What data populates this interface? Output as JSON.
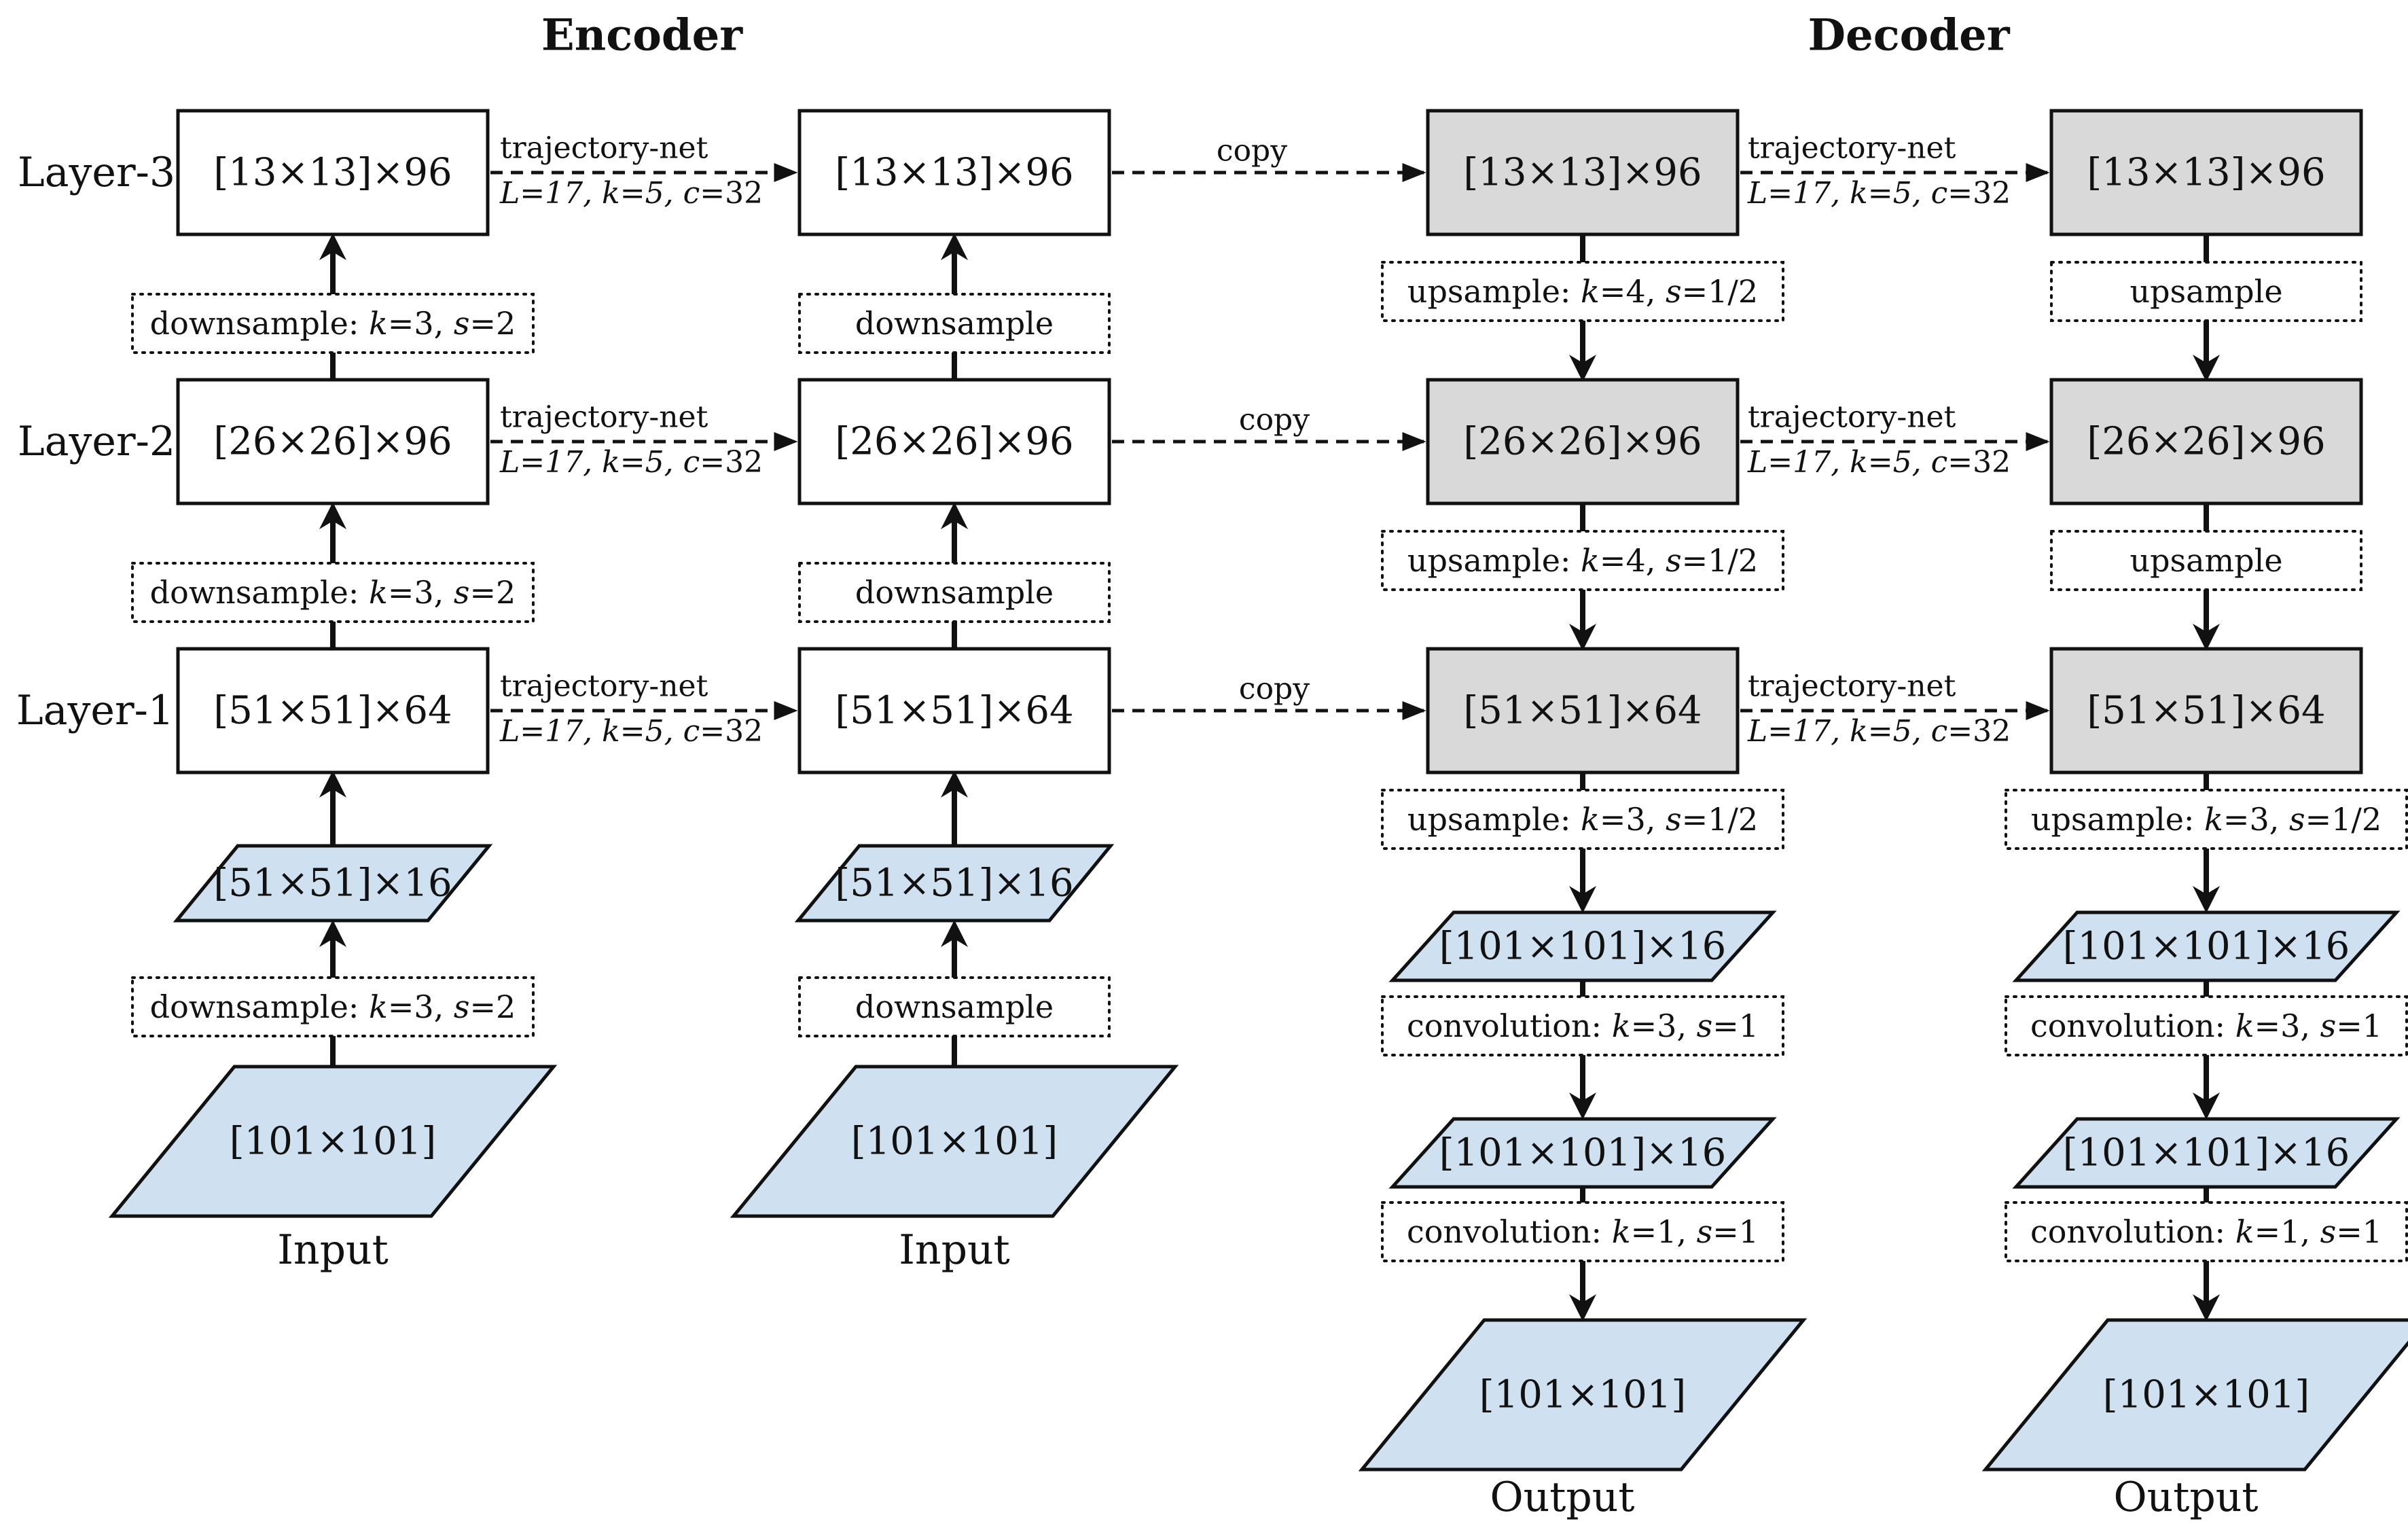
{
  "headers": {
    "encoder": "Encoder",
    "decoder": "Decoder"
  },
  "layer_labels": [
    "Layer-3",
    "Layer-2",
    "Layer-1"
  ],
  "captions": {
    "input": "Input",
    "output": "Output"
  },
  "copy_label": "copy",
  "traj_top": "trajectory-net",
  "traj_params": [
    "L",
    "=17, ",
    "k",
    "=5, ",
    "c",
    "=32"
  ],
  "colors": {
    "param": "#cfe0f0",
    "decoder_box": "#d9d9d9",
    "stroke": "#111111",
    "background": "#ffffff"
  },
  "blocks": {
    "enc_a_L3": "[13×13]×96",
    "enc_a_L2": "[26×26]×96",
    "enc_a_L1": "[51×51]×64",
    "enc_a_mid": "[51×51]×16",
    "enc_a_in": "[101×101]",
    "enc_b_L3": "[13×13]×96",
    "enc_b_L2": "[26×26]×96",
    "enc_b_L1": "[51×51]×64",
    "enc_b_mid": "[51×51]×16",
    "enc_b_in": "[101×101]",
    "dec_a_L3": "[13×13]×96",
    "dec_a_L2": "[26×26]×96",
    "dec_a_L1": "[51×51]×64",
    "dec_a_p1": "[101×101]×16",
    "dec_a_p2": "[101×101]×16",
    "dec_a_out": "[101×101]",
    "dec_b_L3": "[13×13]×96",
    "dec_b_L2": "[26×26]×96",
    "dec_b_L1": "[51×51]×64",
    "dec_b_p1": "[101×101]×16",
    "dec_b_p2": "[101×101]×16",
    "dec_b_out": "[101×101]"
  },
  "ops": {
    "enc_a_ds3": [
      "downsample: ",
      "k",
      "=3, ",
      "s",
      "=2"
    ],
    "enc_a_ds2": [
      "downsample: ",
      "k",
      "=3, ",
      "s",
      "=2"
    ],
    "enc_a_ds1": [
      "downsample: ",
      "k",
      "=3, ",
      "s",
      "=2"
    ],
    "enc_b_ds3": [
      "downsample"
    ],
    "enc_b_ds2": [
      "downsample"
    ],
    "enc_b_ds1": [
      "downsample"
    ],
    "dec_a_us3": [
      "upsample: ",
      "k",
      "=4, ",
      "s",
      "=1/2"
    ],
    "dec_a_us2": [
      "upsample: ",
      "k",
      "=4, ",
      "s",
      "=1/2"
    ],
    "dec_a_us1": [
      "upsample: ",
      "k",
      "=3, ",
      "s",
      "=1/2"
    ],
    "dec_a_conv1": [
      "convolution: ",
      "k",
      "=3, ",
      "s",
      "=1"
    ],
    "dec_a_conv2": [
      "convolution: ",
      "k",
      "=1, ",
      "s",
      "=1"
    ],
    "dec_b_us3": [
      "upsample"
    ],
    "dec_b_us2": [
      "upsample"
    ],
    "dec_b_us1": [
      "upsample: ",
      "k",
      "=3, ",
      "s",
      "=1/2"
    ],
    "dec_b_conv1": [
      "convolution: ",
      "k",
      "=3, ",
      "s",
      "=1"
    ],
    "dec_b_conv2": [
      "convolution: ",
      "k",
      "=1, ",
      "s",
      "=1"
    ]
  }
}
